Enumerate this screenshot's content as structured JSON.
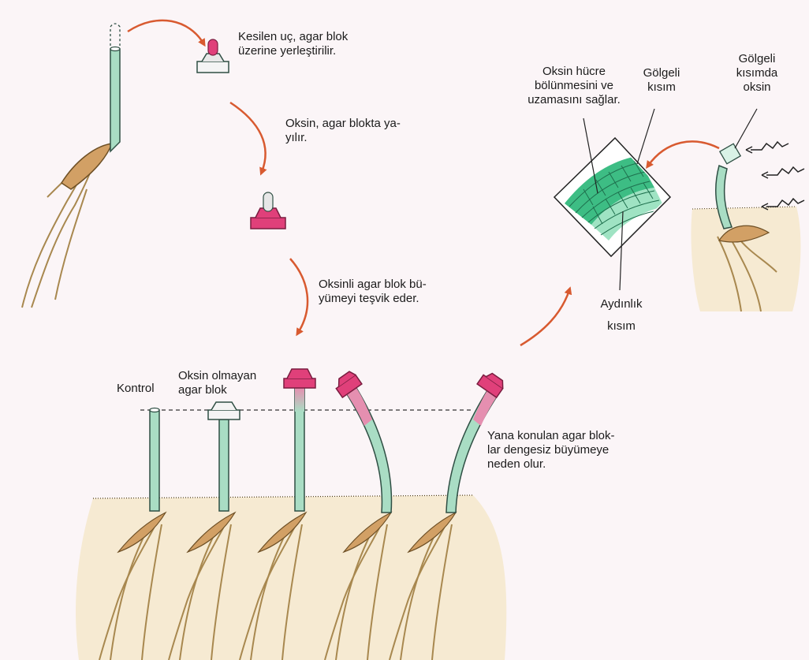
{
  "step1_text": [
    "Kesilen uç, agar blok",
    "üzerine yerleştirilir."
  ],
  "step2_text": [
    "Oksin, agar blokta ya-",
    "yılır."
  ],
  "step3_text": [
    "Oksinli agar blok bü-",
    "yümeyi teşvik eder."
  ],
  "control_label": "Kontrol",
  "no_auxin_label": [
    "Oksin olmayan",
    "agar blok"
  ],
  "side_blocks_text": [
    "Yana konulan agar blok-",
    "lar dengesiz büyümeye",
    "neden olur."
  ],
  "auxin_cell_text": [
    "Oksin hücre",
    "bölünmesini ve",
    "uzamasını sağlar."
  ],
  "shaded_side_label": [
    "Gölgeli",
    "kısım"
  ],
  "auxin_in_shade_label": [
    "Gölgeli",
    "kısımda",
    "oksin"
  ],
  "lit_side_label": [
    "Aydınlık",
    "kısım"
  ],
  "colors": {
    "stem": "#a9ddc4",
    "stem_outline": "#2f4f44",
    "auxin_block": "#e0407a",
    "plain_block": "#f4f4f4",
    "soil": "#f6ead2",
    "roots": "#a8884f",
    "seed": "#d2a065",
    "arrow": "#d85a30",
    "cells": "#3dbd84",
    "background": "#fbf5f7"
  }
}
